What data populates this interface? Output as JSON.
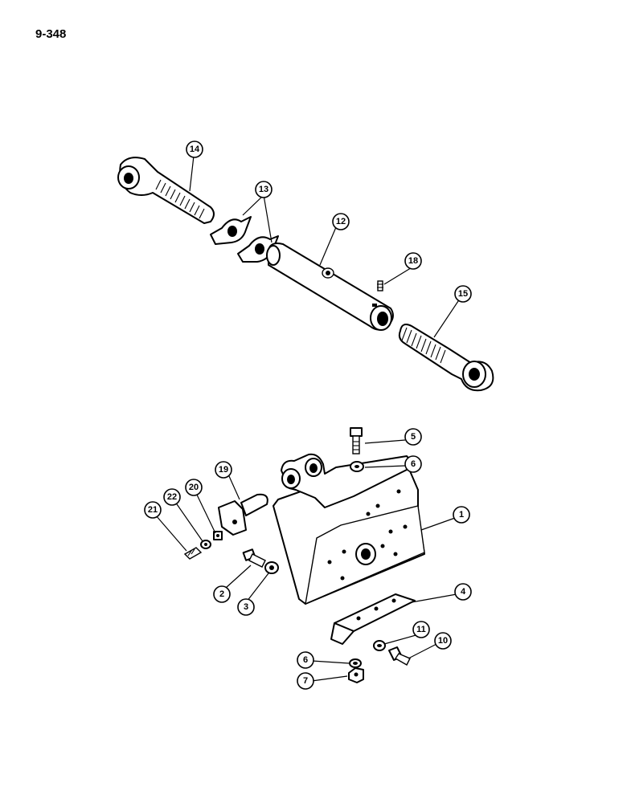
{
  "page": {
    "label": "9-348"
  },
  "callouts": [
    {
      "id": "c14",
      "text": "14"
    },
    {
      "id": "c13",
      "text": "13"
    },
    {
      "id": "c12",
      "text": "12"
    },
    {
      "id": "c18",
      "text": "18"
    },
    {
      "id": "c15",
      "text": "15"
    },
    {
      "id": "c5",
      "text": "5"
    },
    {
      "id": "c6a",
      "text": "6"
    },
    {
      "id": "c19",
      "text": "19"
    },
    {
      "id": "c20",
      "text": "20"
    },
    {
      "id": "c22",
      "text": "22"
    },
    {
      "id": "c21",
      "text": "21"
    },
    {
      "id": "c1",
      "text": "1"
    },
    {
      "id": "c2",
      "text": "2"
    },
    {
      "id": "c3",
      "text": "3"
    },
    {
      "id": "c4",
      "text": "4"
    },
    {
      "id": "c11",
      "text": "11"
    },
    {
      "id": "c10",
      "text": "10"
    },
    {
      "id": "c6b",
      "text": "6"
    },
    {
      "id": "c7",
      "text": "7"
    }
  ]
}
